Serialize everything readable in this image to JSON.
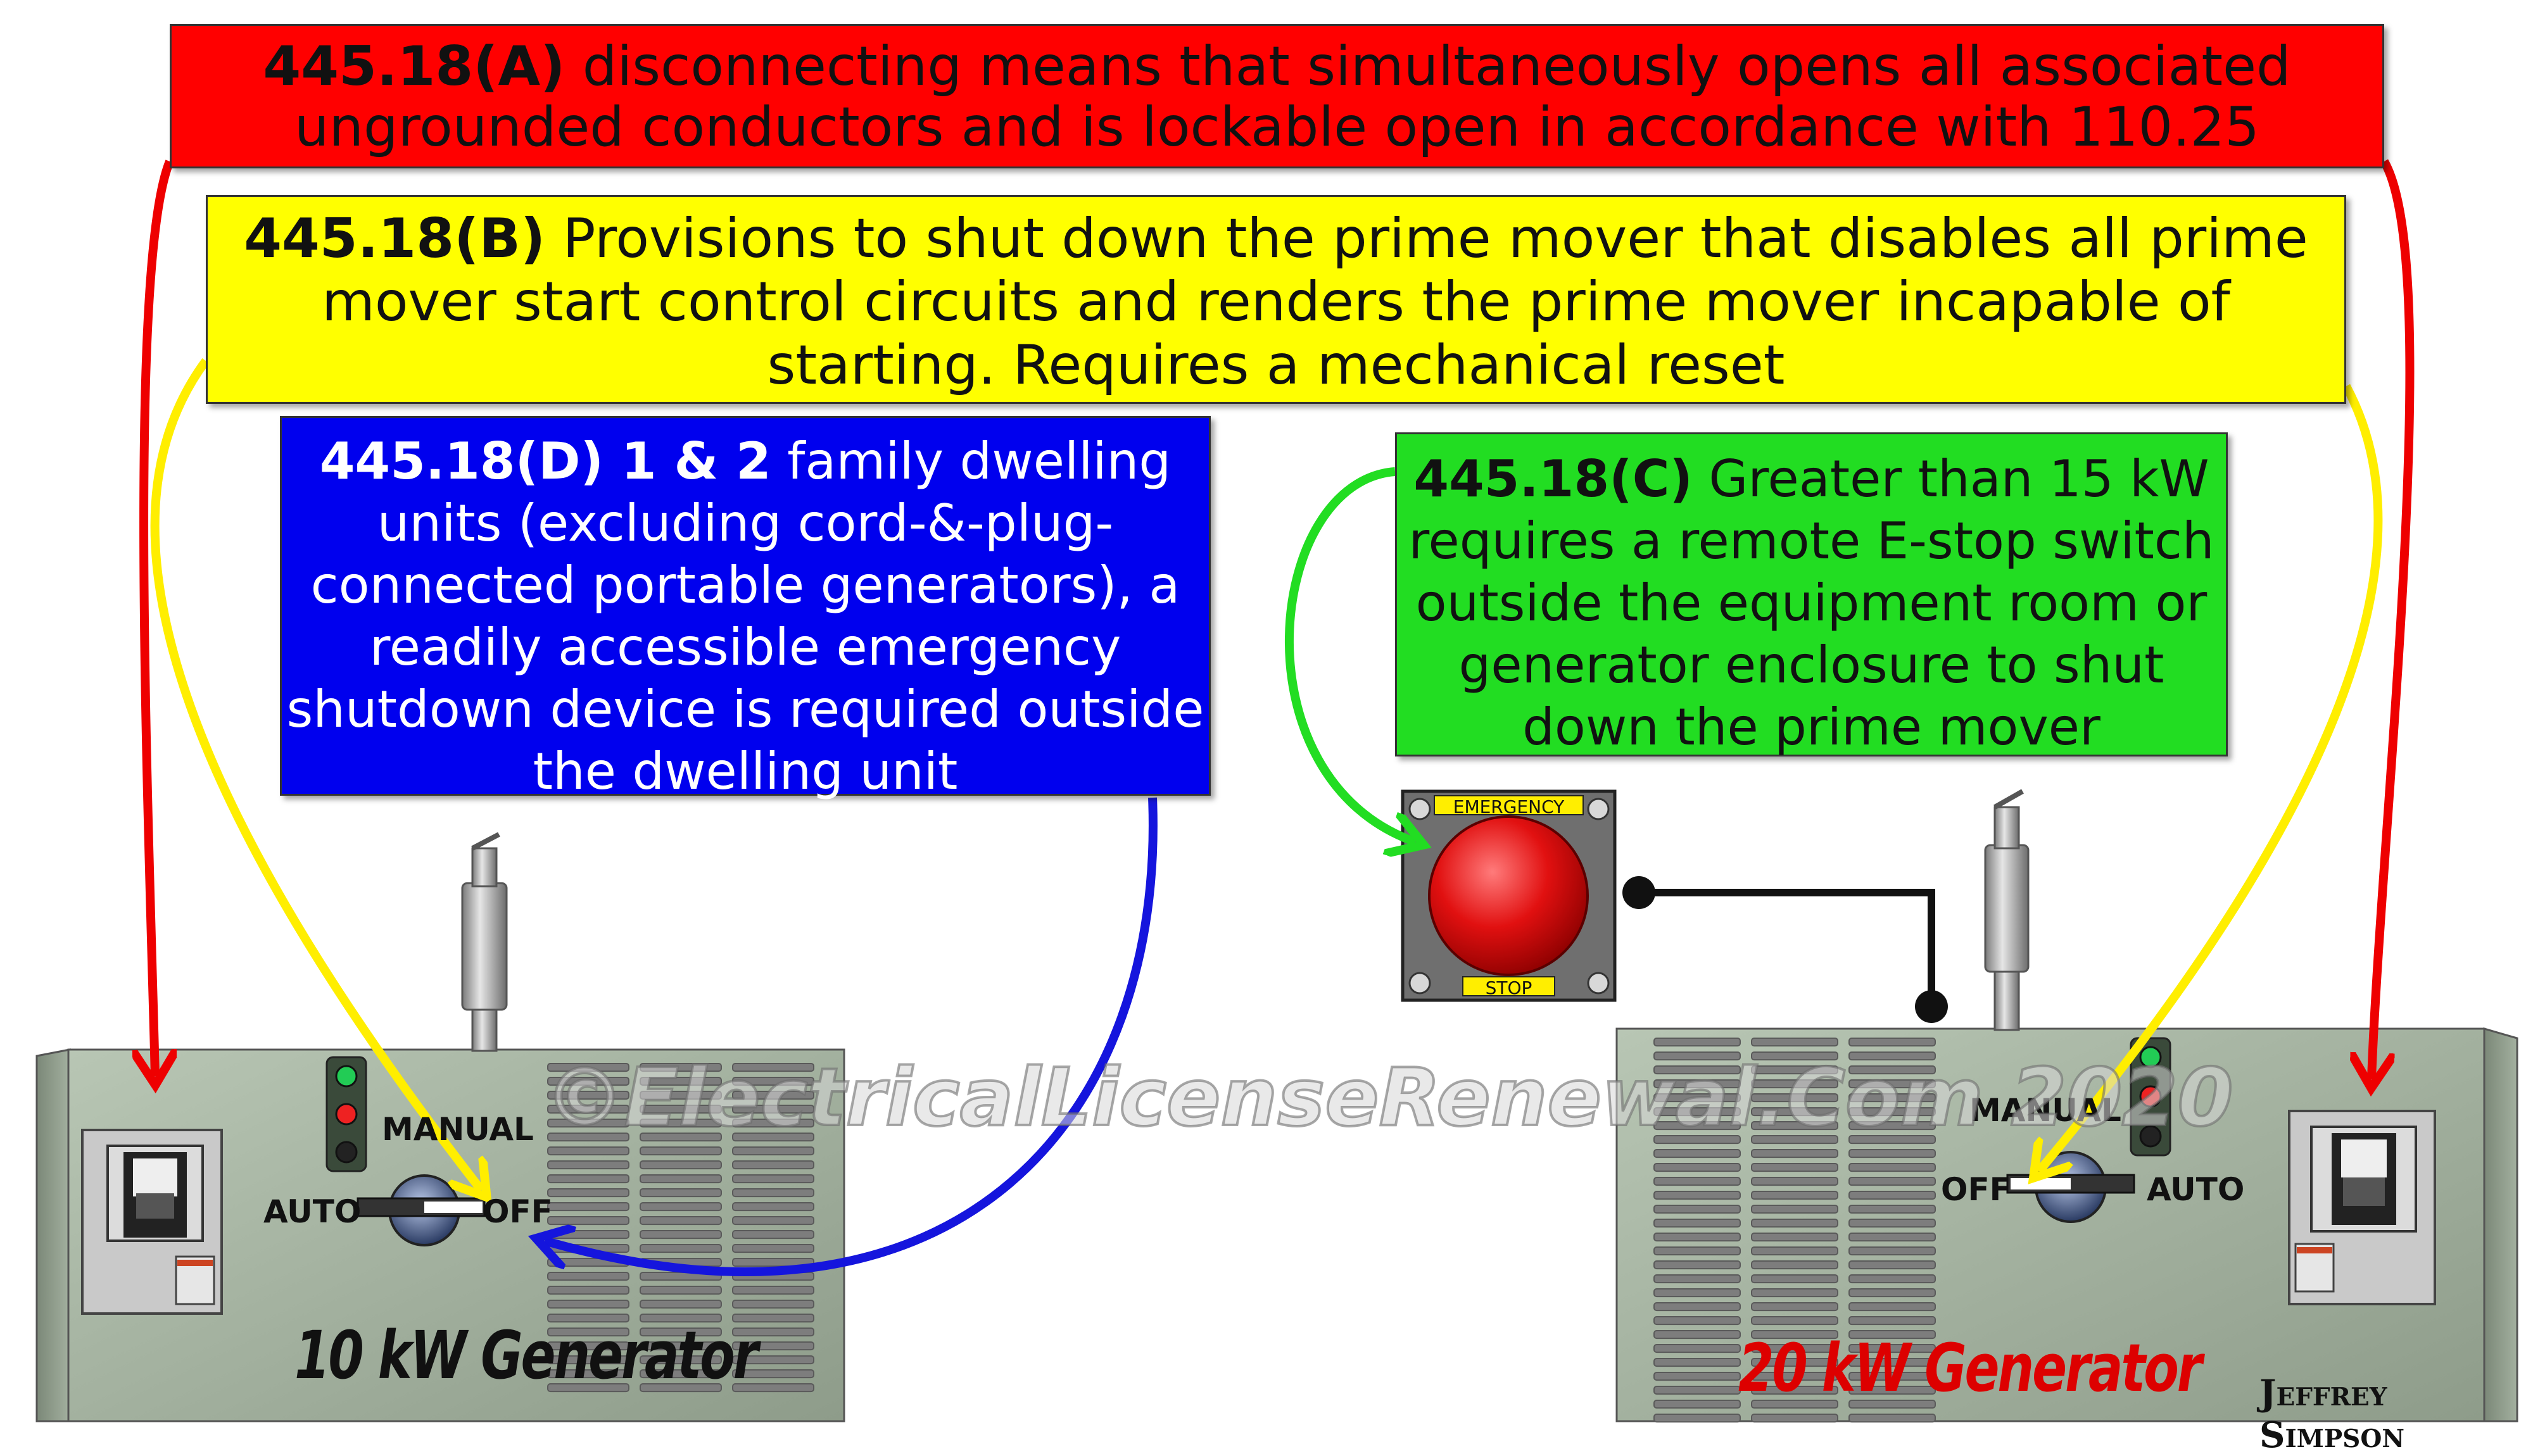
{
  "callouts": {
    "a": {
      "code": "445.18(A)",
      "text": " disconnecting means that simultaneously opens all associated ungrounded conductors and is lockable open in accordance with 110.25",
      "color": "#ff0000"
    },
    "b": {
      "code": "445.18(B)",
      "text": " Provisions to shut down the prime mover that disables all prime mover start control circuits and renders the prime mover incapable of starting. Requires a mechanical reset",
      "color": "#ffff00"
    },
    "d": {
      "code": "445.18(D) 1 & 2",
      "text": " family dwelling units (excluding cord-&-plug-connected portable generators), a readily accessible emergency shutdown device is required outside the dwelling unit",
      "color": "#0000ee"
    },
    "c": {
      "code": "445.18(C)",
      "text": " Greater than 15 kW requires a remote E-stop switch outside the equipment room or generator enclosure to shut down the prime mover",
      "color": "#22dd22"
    }
  },
  "estop": {
    "top_label": "EMERGENCY",
    "bottom_label": "STOP"
  },
  "generator_1": {
    "title": "10 kW Generator",
    "manual": "MANUAL",
    "auto": "AUTO",
    "off": "OFF"
  },
  "generator_2": {
    "title": "20 kW Generator",
    "manual": "MANUAL",
    "off": "OFF",
    "auto": "AUTO"
  },
  "watermark": "©ElectricalLicenseRenewal.Com 2020",
  "signature": "Jeffrey Simpson"
}
